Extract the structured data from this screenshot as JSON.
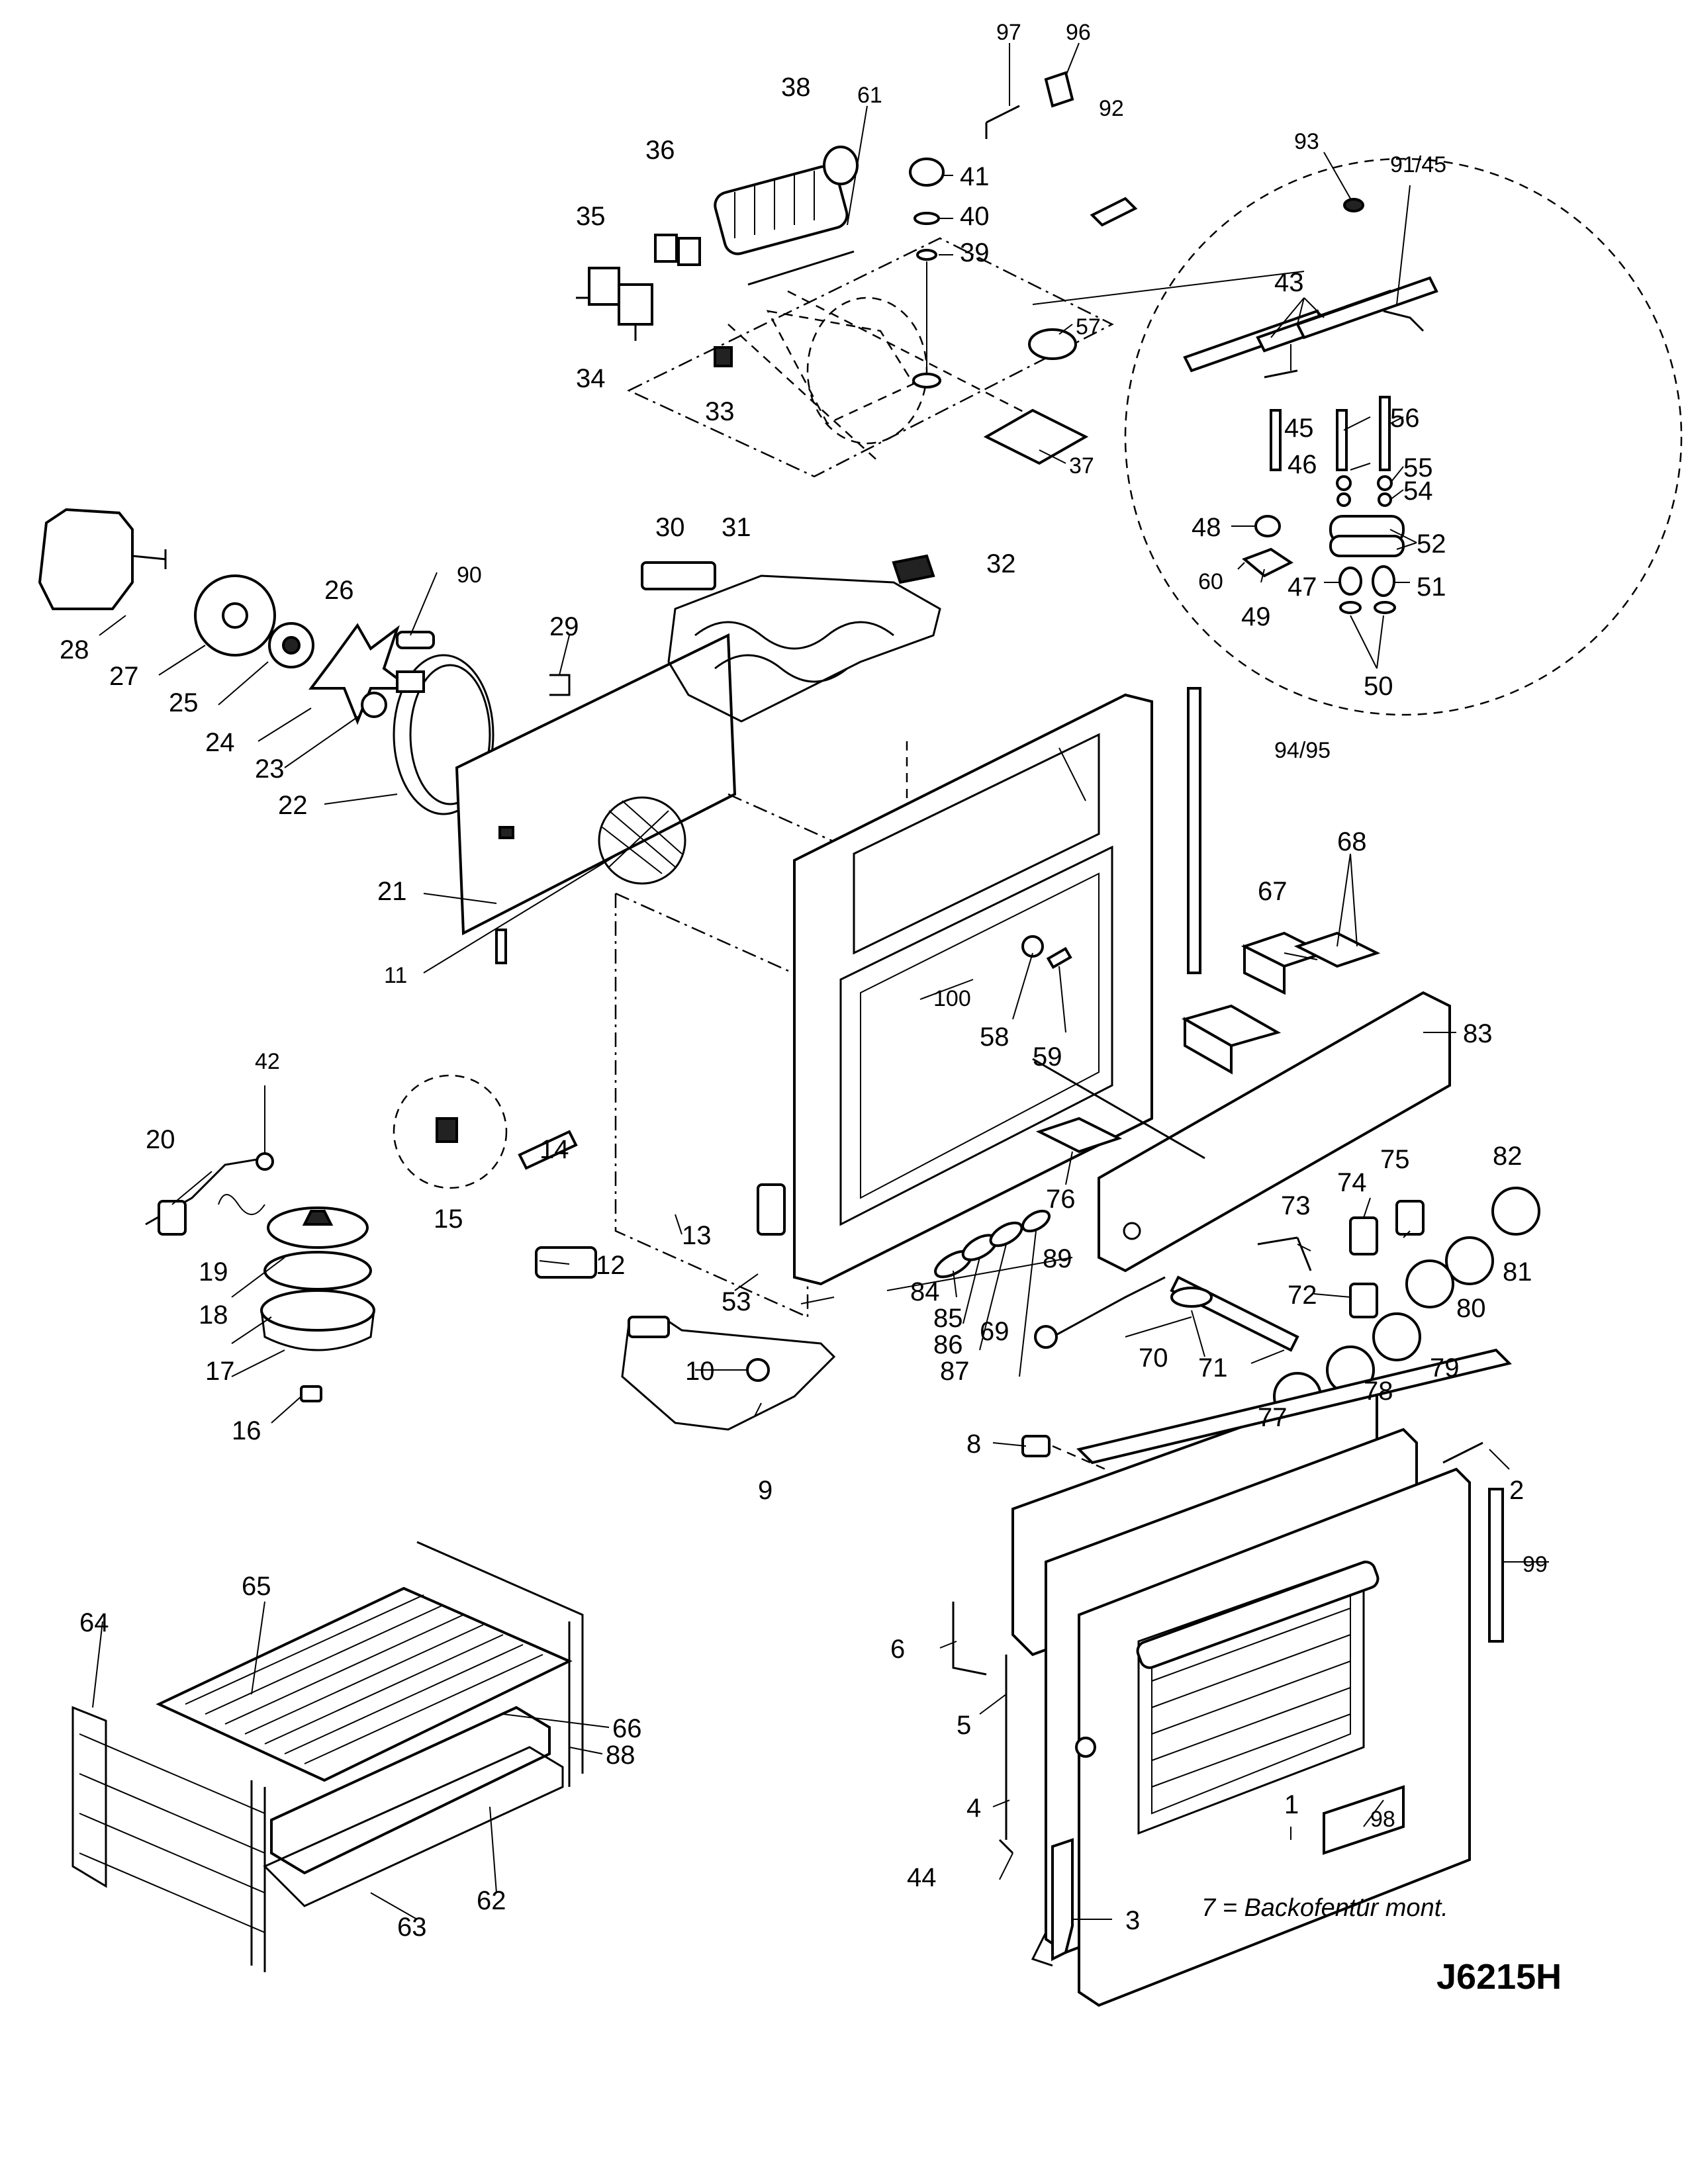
{
  "drawing": {
    "code": "J6215H",
    "note": "7 = Backofentür mont."
  },
  "callouts": [
    {
      "id": "1",
      "text": "1"
    },
    {
      "id": "2",
      "text": "2"
    },
    {
      "id": "3",
      "text": "3"
    },
    {
      "id": "4",
      "text": "4"
    },
    {
      "id": "5",
      "text": "5"
    },
    {
      "id": "6",
      "text": "6"
    },
    {
      "id": "8",
      "text": "8"
    },
    {
      "id": "9",
      "text": "9"
    },
    {
      "id": "10",
      "text": "10"
    },
    {
      "id": "11",
      "text": "11"
    },
    {
      "id": "12",
      "text": "12"
    },
    {
      "id": "13",
      "text": "13"
    },
    {
      "id": "14",
      "text": "14"
    },
    {
      "id": "15",
      "text": "15"
    },
    {
      "id": "16",
      "text": "16"
    },
    {
      "id": "17",
      "text": "17"
    },
    {
      "id": "18",
      "text": "18"
    },
    {
      "id": "19",
      "text": "19"
    },
    {
      "id": "20",
      "text": "20"
    },
    {
      "id": "21",
      "text": "21"
    },
    {
      "id": "22",
      "text": "22"
    },
    {
      "id": "23",
      "text": "23"
    },
    {
      "id": "24",
      "text": "24"
    },
    {
      "id": "25",
      "text": "25"
    },
    {
      "id": "26",
      "text": "26"
    },
    {
      "id": "27",
      "text": "27"
    },
    {
      "id": "28",
      "text": "28"
    },
    {
      "id": "29",
      "text": "29"
    },
    {
      "id": "30",
      "text": "30"
    },
    {
      "id": "31",
      "text": "31"
    },
    {
      "id": "32",
      "text": "32"
    },
    {
      "id": "33",
      "text": "33"
    },
    {
      "id": "34",
      "text": "34"
    },
    {
      "id": "35",
      "text": "35"
    },
    {
      "id": "36",
      "text": "36"
    },
    {
      "id": "37",
      "text": "37"
    },
    {
      "id": "38",
      "text": "38"
    },
    {
      "id": "39",
      "text": "39"
    },
    {
      "id": "40",
      "text": "40"
    },
    {
      "id": "41",
      "text": "41"
    },
    {
      "id": "42",
      "text": "42"
    },
    {
      "id": "43",
      "text": "43"
    },
    {
      "id": "44",
      "text": "44"
    },
    {
      "id": "45",
      "text": "45"
    },
    {
      "id": "46",
      "text": "46"
    },
    {
      "id": "47",
      "text": "47"
    },
    {
      "id": "48",
      "text": "48"
    },
    {
      "id": "49",
      "text": "49"
    },
    {
      "id": "50",
      "text": "50"
    },
    {
      "id": "51",
      "text": "51"
    },
    {
      "id": "52",
      "text": "52"
    },
    {
      "id": "53",
      "text": "53"
    },
    {
      "id": "54",
      "text": "54"
    },
    {
      "id": "55",
      "text": "55"
    },
    {
      "id": "56",
      "text": "56"
    },
    {
      "id": "57",
      "text": "57"
    },
    {
      "id": "58",
      "text": "58"
    },
    {
      "id": "59",
      "text": "59"
    },
    {
      "id": "60",
      "text": "60"
    },
    {
      "id": "61",
      "text": "61"
    },
    {
      "id": "62",
      "text": "62"
    },
    {
      "id": "63",
      "text": "63"
    },
    {
      "id": "64",
      "text": "64"
    },
    {
      "id": "65",
      "text": "65"
    },
    {
      "id": "66",
      "text": "66"
    },
    {
      "id": "67",
      "text": "67"
    },
    {
      "id": "68",
      "text": "68"
    },
    {
      "id": "69",
      "text": "69"
    },
    {
      "id": "70",
      "text": "70"
    },
    {
      "id": "71",
      "text": "71"
    },
    {
      "id": "72",
      "text": "72"
    },
    {
      "id": "73",
      "text": "73"
    },
    {
      "id": "74",
      "text": "74"
    },
    {
      "id": "75",
      "text": "75"
    },
    {
      "id": "76",
      "text": "76"
    },
    {
      "id": "77",
      "text": "77"
    },
    {
      "id": "78",
      "text": "78"
    },
    {
      "id": "79",
      "text": "79"
    },
    {
      "id": "80",
      "text": "80"
    },
    {
      "id": "81",
      "text": "81"
    },
    {
      "id": "82",
      "text": "82"
    },
    {
      "id": "83",
      "text": "83"
    },
    {
      "id": "84",
      "text": "84"
    },
    {
      "id": "85",
      "text": "85"
    },
    {
      "id": "86",
      "text": "86"
    },
    {
      "id": "87",
      "text": "87"
    },
    {
      "id": "88",
      "text": "88"
    },
    {
      "id": "89",
      "text": "89"
    },
    {
      "id": "90",
      "text": "90"
    },
    {
      "id": "91_45",
      "text": "91/45"
    },
    {
      "id": "92",
      "text": "92"
    },
    {
      "id": "93",
      "text": "93"
    },
    {
      "id": "94_95",
      "text": "94/95"
    },
    {
      "id": "96",
      "text": "96"
    },
    {
      "id": "97",
      "text": "97"
    },
    {
      "id": "98",
      "text": "98"
    },
    {
      "id": "99",
      "text": "99"
    },
    {
      "id": "100",
      "text": "100"
    }
  ]
}
